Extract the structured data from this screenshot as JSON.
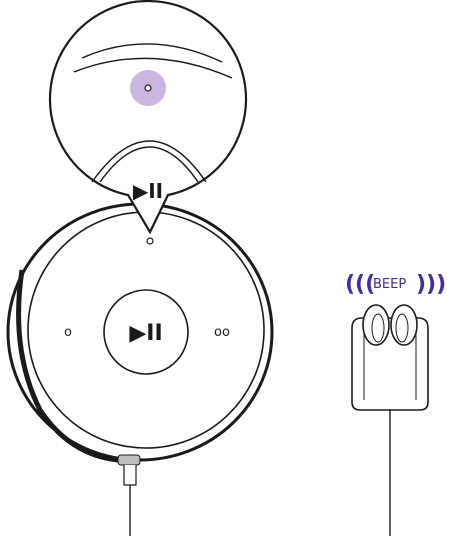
{
  "diagram": {
    "callout_label": "▶II",
    "center_button_label": "▶II",
    "left_button_label": "o",
    "right_button_label": "oo",
    "sound_text": "BEEP",
    "sound_wave_left": "(((",
    "sound_wave_right": ")))"
  },
  "colors": {
    "line": "#1a1a1a",
    "highlight": "#c9b5e0",
    "accent": "#3d2ea3",
    "cable_tip": "#bdbdbd"
  }
}
